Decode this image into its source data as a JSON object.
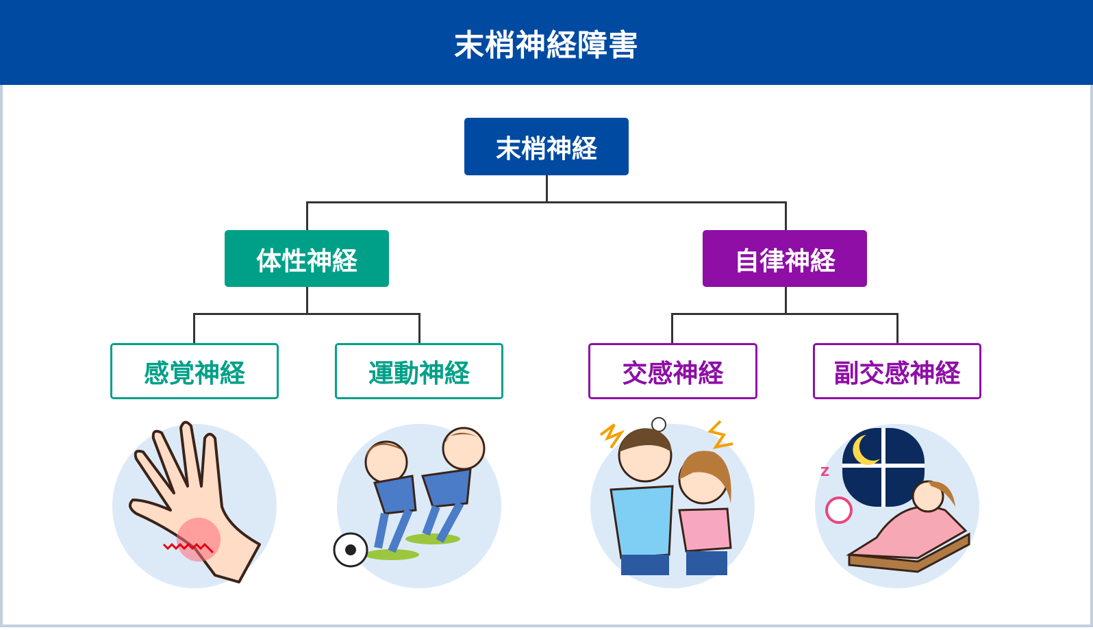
{
  "header": {
    "title": "末梢神経障害"
  },
  "root": {
    "label": "末梢神経",
    "color": "#004aa2"
  },
  "branches": [
    {
      "label": "体性神経",
      "color": "#00a088",
      "children": [
        {
          "label": "感覚神経",
          "icon": "hand-pain-icon"
        },
        {
          "label": "運動神経",
          "icon": "soccer-kids-icon"
        }
      ]
    },
    {
      "label": "自律神経",
      "color": "#8e0ea6",
      "children": [
        {
          "label": "交感神経",
          "icon": "arguing-couple-icon"
        },
        {
          "label": "副交感神経",
          "icon": "sleeping-girl-icon"
        }
      ]
    }
  ]
}
